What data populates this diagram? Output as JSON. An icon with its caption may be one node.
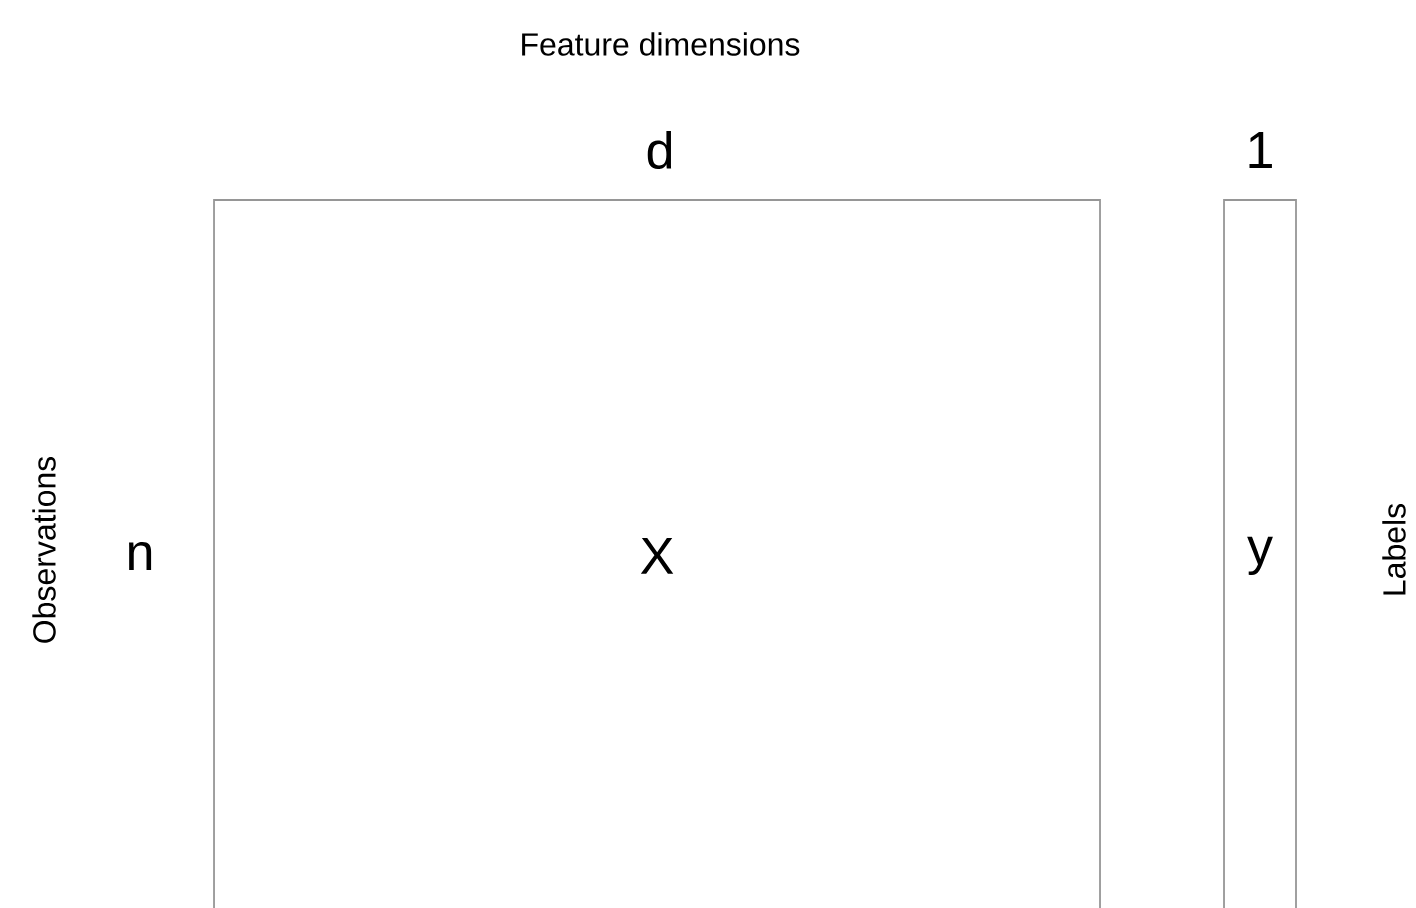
{
  "diagram": {
    "nodes": [
      {
        "text": [
          "X"
        ]
      },
      {
        "text": [
          "y"
        ]
      }
    ],
    "labels": [
      "Feature dimensions",
      "d",
      "1",
      "Observations",
      "n",
      "Labels"
    ]
  }
}
